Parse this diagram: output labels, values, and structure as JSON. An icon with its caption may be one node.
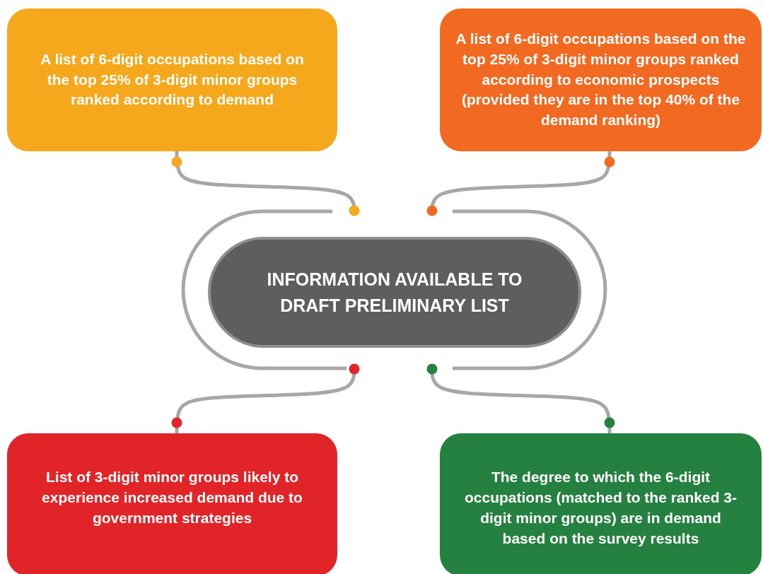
{
  "diagram": {
    "nodes": [
      {
        "text": [
          "A list of 6-digit occupations based on the top 25% of 3-digit minor groups ranked according to demand"
        ]
      },
      {
        "text": [
          "A list of 6-digit occupations based on the top 25% of 3-digit minor groups ranked according to economic prospects (provided they are in the top 40% of the demand ranking)"
        ]
      },
      {
        "text": [
          "INFORMATION AVAILABLE TO DRAFT PRELIMINARY LIST"
        ]
      },
      {
        "text": [
          "List of 3-digit minor groups likely to experience increased demand due to government strategies"
        ]
      },
      {
        "text": [
          "The degree to which the 6-digit occupations (matched to the ranked 3-digit minor groups) are in demand based on the survey results"
        ]
      }
    ],
    "edges": [
      {
        "from": 0,
        "to": 2,
        "arrow": "other"
      },
      {
        "from": 1,
        "to": 2,
        "arrow": "other"
      },
      {
        "from": 3,
        "to": 2,
        "arrow": "other"
      },
      {
        "from": 4,
        "to": 2,
        "arrow": "other"
      }
    ]
  }
}
